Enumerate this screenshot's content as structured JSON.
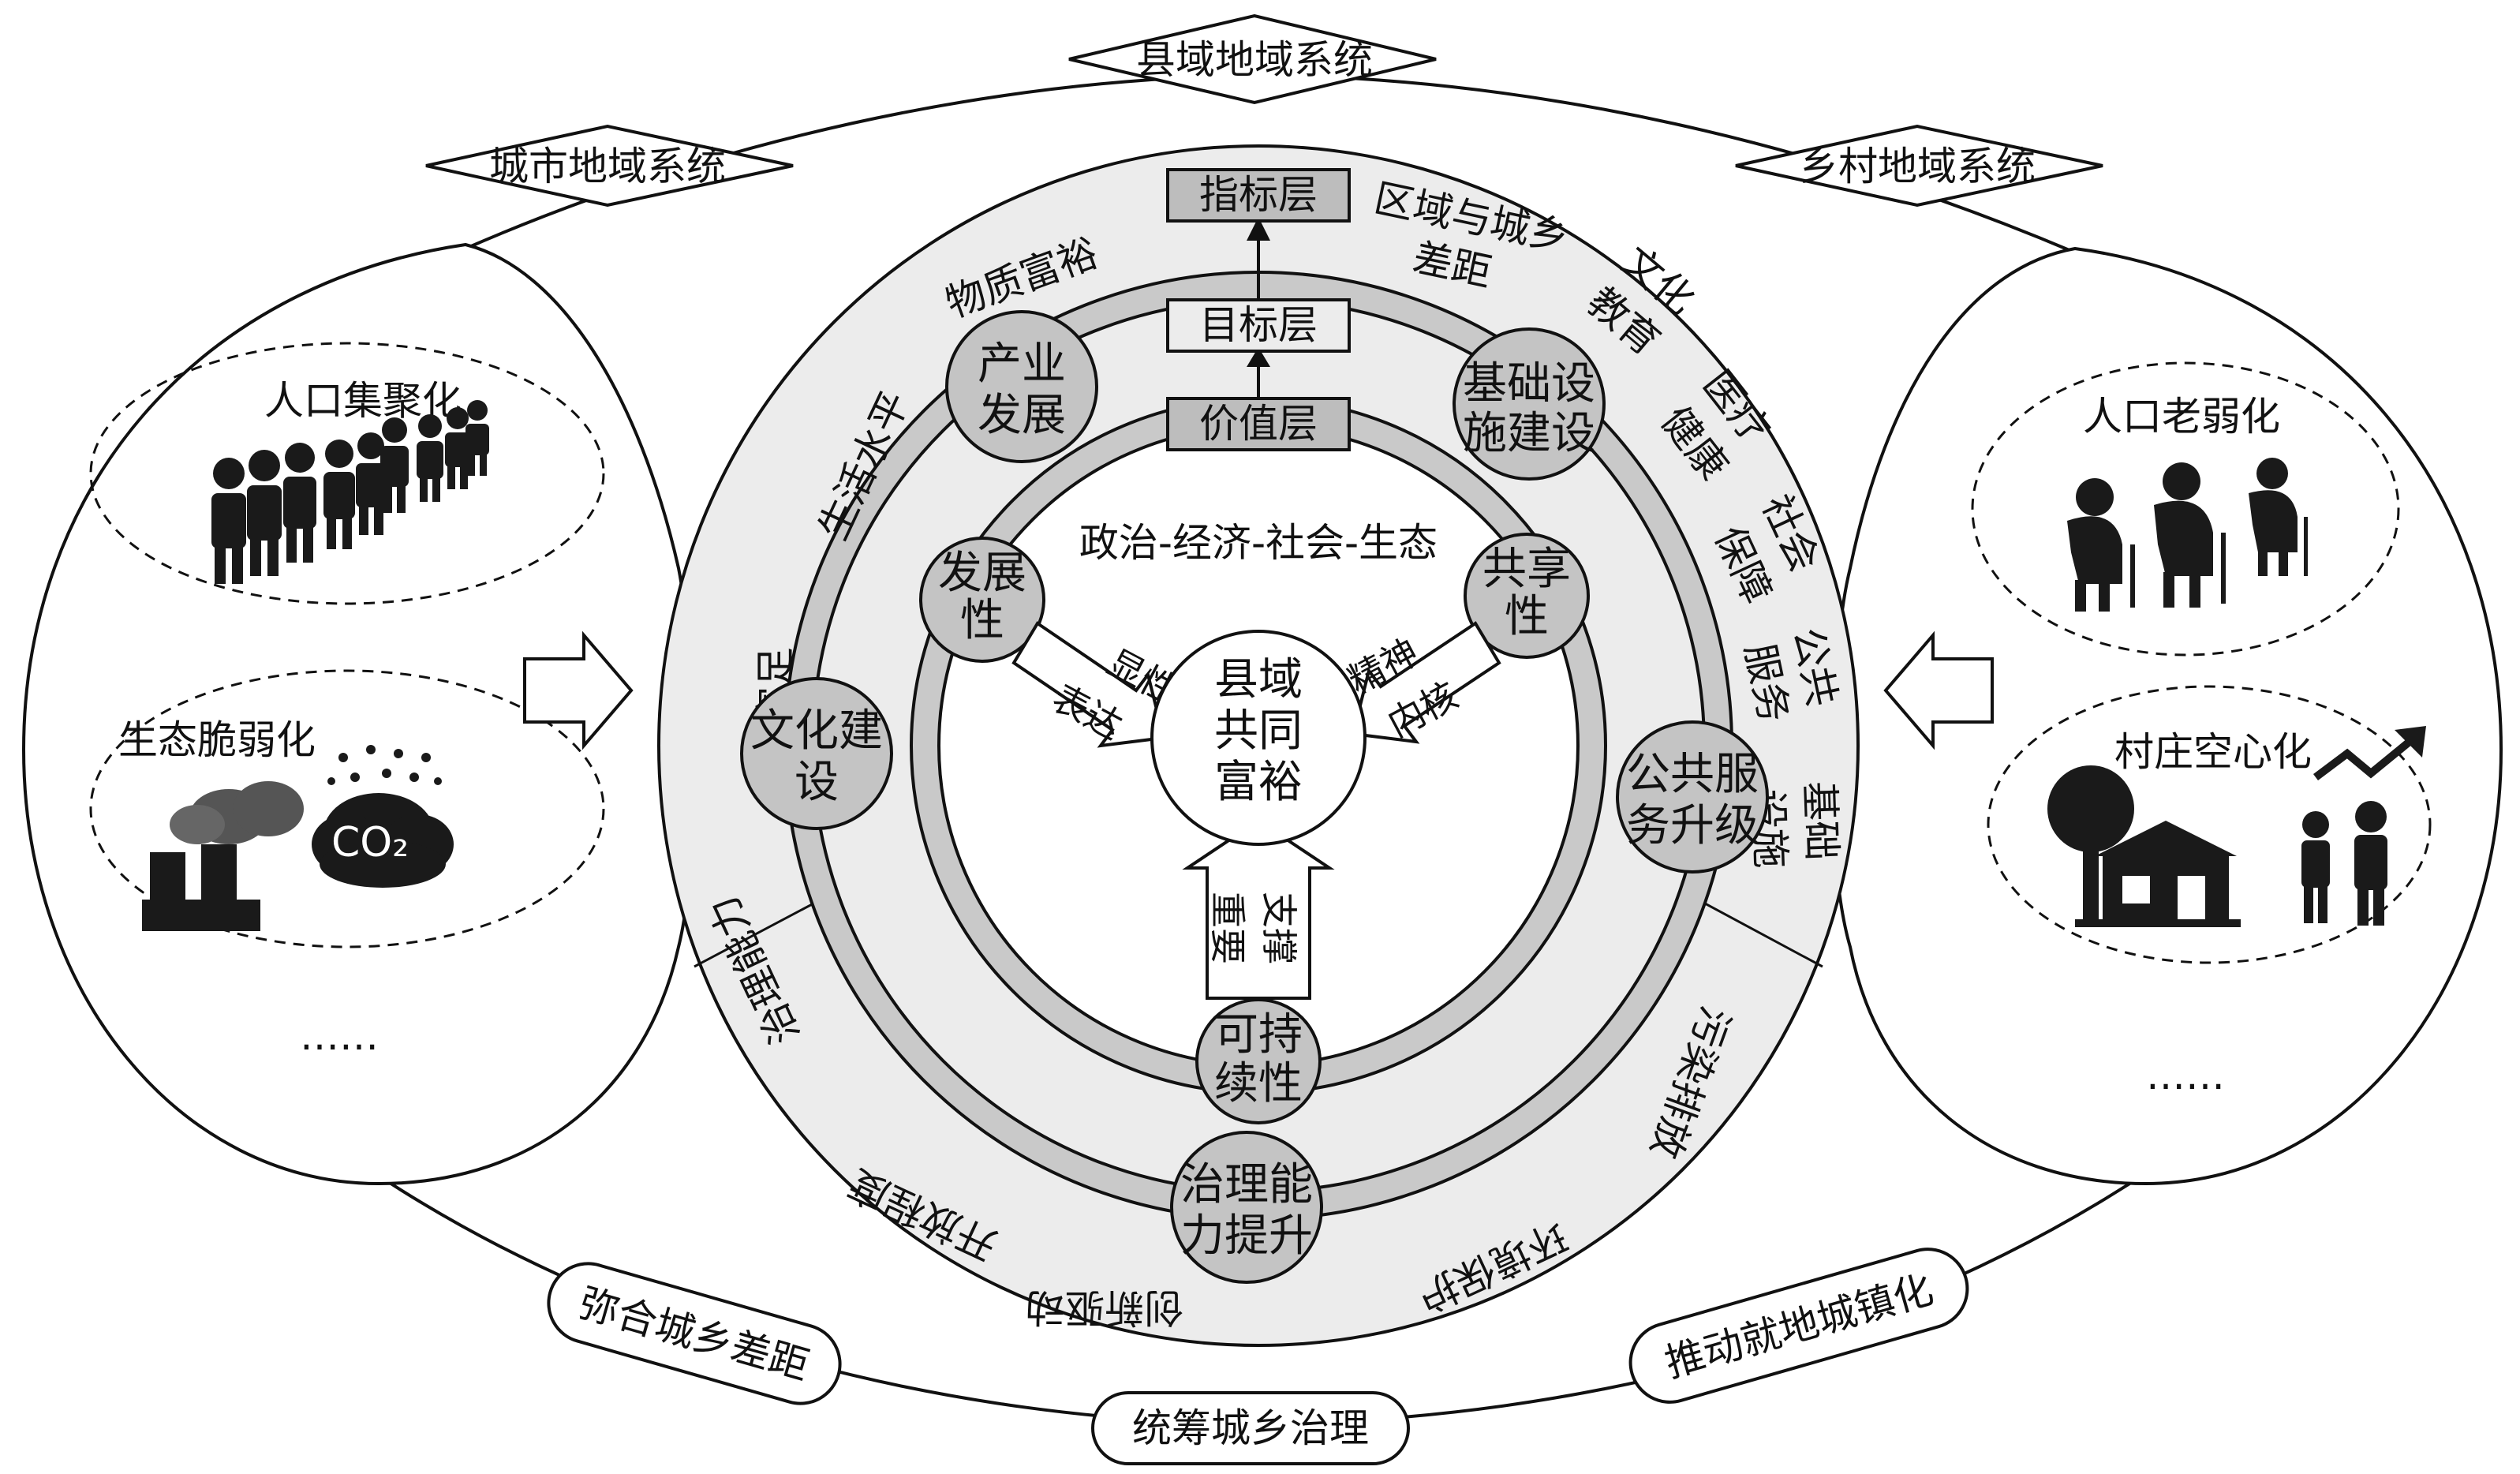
{
  "diamonds": {
    "county": "县域地域系统",
    "city": "城市地域系统",
    "rural": "乡村地域系统"
  },
  "layers": {
    "indicator": "指标层",
    "goal": "目标层",
    "value": "价值层"
  },
  "outer_ring_labels": {
    "material": "物质富裕",
    "region_gap_1": "区域与城乡",
    "region_gap_2": "差距",
    "culture_edu_1": "文化",
    "culture_edu_2": "教育",
    "medical_1": "医疗",
    "medical_2": "健康",
    "social_1": "社会",
    "social_2": "保障",
    "public_svc_1": "公共",
    "public_svc_2": "服务",
    "infra_1": "基础",
    "infra_2": "设施",
    "pollution": "污染排放",
    "env": "环境保护",
    "innovation": "创新驱动",
    "open": "开放程度",
    "governance": "治理能力",
    "spirit": "精神富足",
    "living": "生活水平"
  },
  "goal_nodes": {
    "industry_1": "产业",
    "industry_2": "发展",
    "infra_1": "基础设",
    "infra_2": "施建设",
    "culture_1": "文化建",
    "culture_2": "设",
    "public_1": "公共服",
    "public_2": "务升级",
    "gov_1": "治理能",
    "gov_2": "力提升"
  },
  "value_nodes": {
    "dev_1": "发展",
    "dev_2": "性",
    "share_1": "共享",
    "share_2": "性",
    "sustain_1": "可持",
    "sustain_2": "续性"
  },
  "inner": {
    "dimensions": "政治-经济-社会-生态",
    "center_1": "县域",
    "center_2": "共同",
    "center_3": "富裕",
    "arrow_left_1": "显性",
    "arrow_left_2": "表达",
    "arrow_right_1": "精神",
    "arrow_right_2": "内核",
    "arrow_bottom_1": "重要",
    "arrow_bottom_2": "支撑"
  },
  "left_panel": {
    "population": "人口集聚化",
    "ecology": "生态脆弱化",
    "co2": "CO₂",
    "ellipsis": "……"
  },
  "right_panel": {
    "aging": "人口老弱化",
    "hollow": "村庄空心化",
    "ellipsis": "……"
  },
  "bottom_tags": {
    "bridge_gap": "弥合城乡差距",
    "governance": "统筹城乡治理",
    "urbanize": "推动就地城镇化"
  },
  "colors": {
    "ring_fill": "#ececec",
    "band_fill": "#c9c9c9",
    "node_fill": "#c4c4c4",
    "layer_fill": "#bdbdbd",
    "stroke": "#111111"
  }
}
